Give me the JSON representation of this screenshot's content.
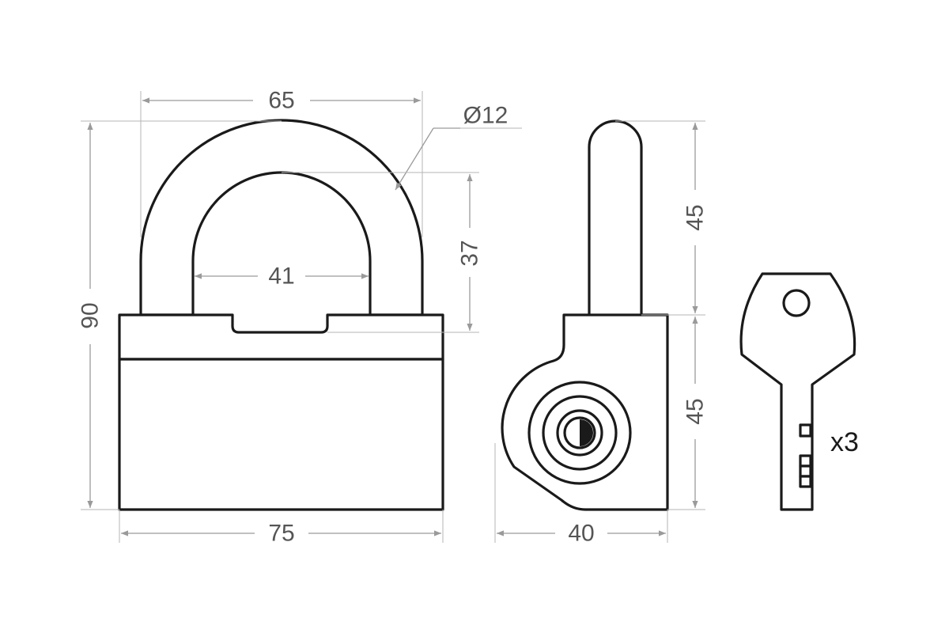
{
  "dimensions": {
    "shackle_outer_width": "65",
    "shackle_diameter": "Ø12",
    "shackle_inner_width": "41",
    "shackle_clearance": "37",
    "total_height": "90",
    "body_width": "75",
    "side_thickness": "40",
    "side_shackle_height": "45",
    "side_body_height": "45"
  },
  "key_quantity": "x3",
  "colors": {
    "outline": "#1a1a1a",
    "dimension_line": "#9a9a9a",
    "dimension_text": "#555555",
    "background": "#ffffff"
  }
}
